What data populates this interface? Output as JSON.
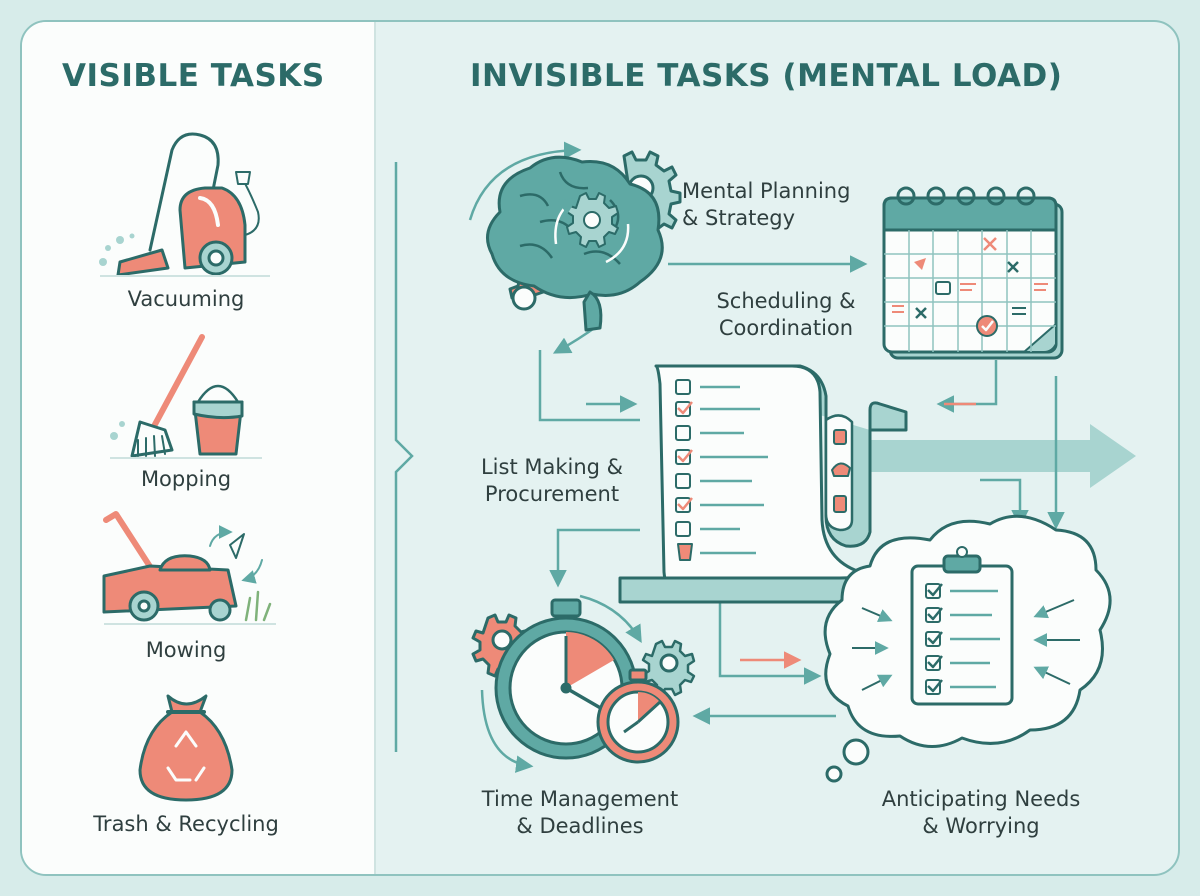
{
  "visible": {
    "heading": "VISIBLE TASKS",
    "items": [
      {
        "label": "Vacuuming",
        "icon": "vacuum-icon"
      },
      {
        "label": "Mopping",
        "icon": "mop-bucket-icon"
      },
      {
        "label": "Mowing",
        "icon": "lawn-mower-icon"
      },
      {
        "label": "Trash & Recycling",
        "icon": "trash-bag-icon"
      }
    ]
  },
  "invisible": {
    "heading": "INVISIBLE TASKS (MENTAL LOAD)",
    "nodes": [
      {
        "line1": "Mental Planning",
        "line2": "& Strategy",
        "icon": "brain-gears-icon"
      },
      {
        "line1": "Scheduling &",
        "line2": "Coordination",
        "icon": "calendar-icon"
      },
      {
        "line1": "List Making &",
        "line2": "Procurement",
        "icon": "checklist-scroll-icon"
      },
      {
        "line1": "Time Management",
        "line2": "& Deadlines",
        "icon": "stopwatch-icon"
      },
      {
        "line1": "Anticipating Needs",
        "line2": "& Worrying",
        "icon": "thought-cloud-clipboard-icon"
      }
    ]
  },
  "colors": {
    "teal_dark": "#2c6b68",
    "teal": "#5fa9a4",
    "teal_light": "#a8d4d0",
    "coral": "#ee8a78",
    "cream": "#fbfdfc",
    "background": "#d7ecea"
  }
}
